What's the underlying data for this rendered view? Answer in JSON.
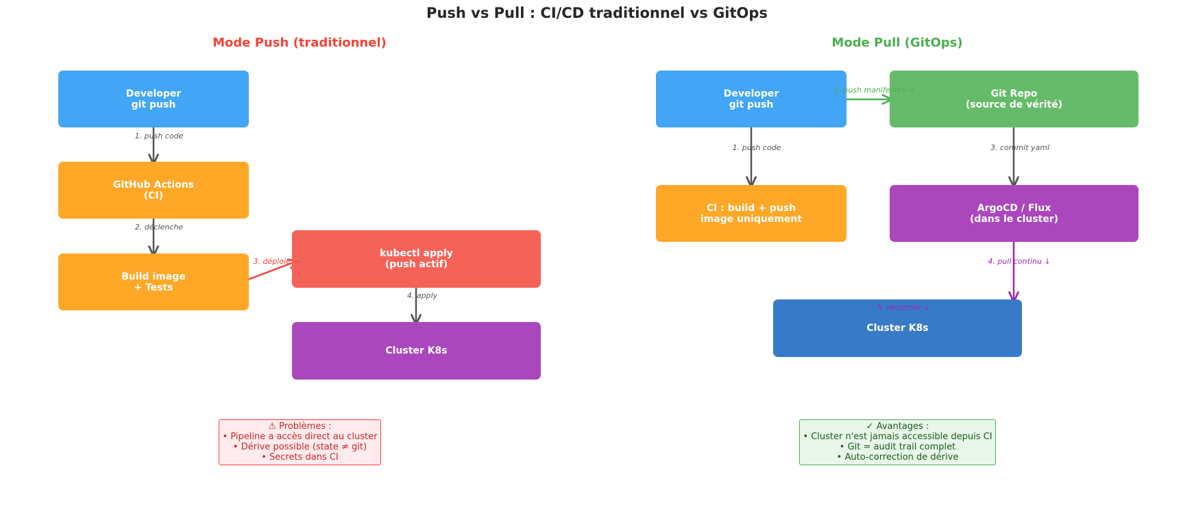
{
  "title": "Push vs Pull : CI/CD traditionnel vs GitOps",
  "colors": {
    "blue": "#42A5F5",
    "orange": "#FFA726",
    "red": "#F56358",
    "purple": "#AB47BC",
    "green": "#66BB6A",
    "dark_blue": "#377BC8",
    "push_title": "#F44336",
    "pull_title": "#4CAF50",
    "arrow": "#555555"
  },
  "push": {
    "heading": "Mode Push (traditionnel)",
    "boxes": {
      "developer": "Developer\ngit push",
      "github_actions": "GitHub Actions\n(CI)",
      "build": "Build image\n+ Tests",
      "kubectl": "kubectl apply\n(push actif)",
      "cluster": "Cluster K8s"
    },
    "edges": {
      "push_code": "1. push code",
      "declenche": "2. déclenche",
      "deploie": "3. déploie →",
      "apply": "4. apply"
    },
    "note": "⚠ Problèmes :\n• Pipeline a accès direct au cluster\n• Dérive possible (state ≠ git)\n• Secrets dans CI"
  },
  "pull": {
    "heading": "Mode Pull (GitOps)",
    "boxes": {
      "developer": "Developer\ngit push",
      "git_repo": "Git Repo\n(source de vérité)",
      "ci": "CI : build + push\nimage uniquement",
      "argocd": "ArgoCD / Flux\n(dans le cluster)",
      "cluster": "Cluster K8s"
    },
    "edges": {
      "push_manifestes": "2. push manifestes →",
      "push_code": "1. push code",
      "commit_yaml": "3. commit yaml",
      "pull_continu": "4. pull continu ↓",
      "reconcile": "5. réconcile ↓"
    },
    "note": "✓ Avantages :\n• Cluster n'est jamais accessible depuis CI\n• Git = audit trail complet\n• Auto-correction de dérive"
  }
}
